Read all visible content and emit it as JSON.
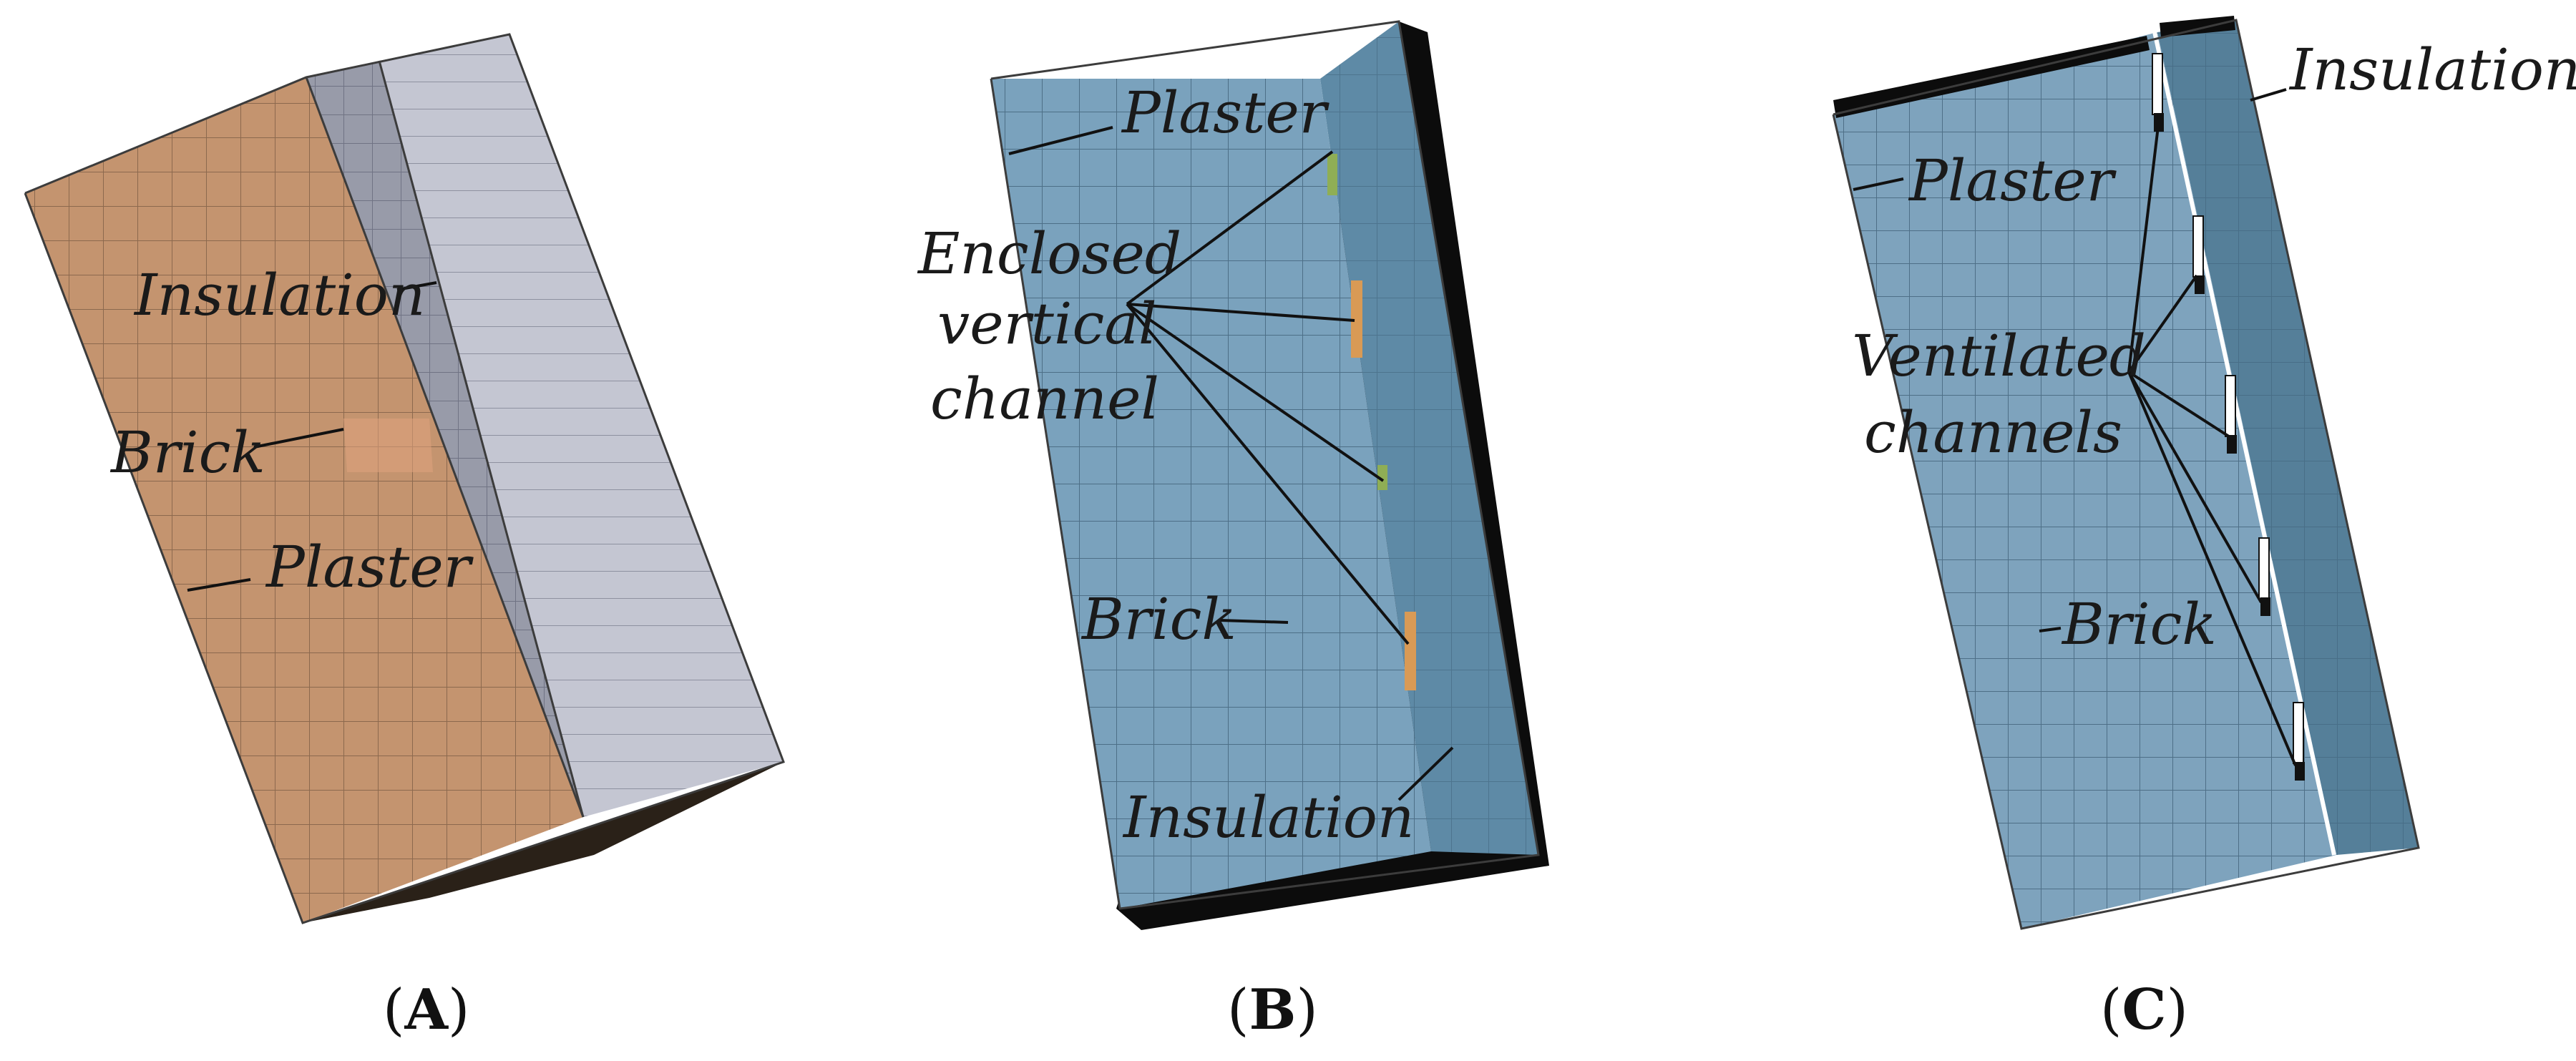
{
  "panels": {
    "a": {
      "caption_open": "(",
      "caption_letter": "A",
      "caption_close": ")",
      "labels": {
        "insulation": "Insulation",
        "brick": "Brick",
        "plaster": "Plaster"
      },
      "colors": {
        "plaster_face": "#c4946f",
        "brick_side": "#989ba9",
        "insulation_side": "#c4c6d2",
        "grid": "#5e4533"
      }
    },
    "b": {
      "caption_open": "(",
      "caption_letter": "B",
      "caption_close": ")",
      "labels": {
        "plaster": "Plaster",
        "channel_line1": "Enclosed",
        "channel_line2": "vertical",
        "channel_line3": "channel",
        "brick": "Brick",
        "insulation": "Insulation"
      },
      "colors": {
        "face": "#7aa2bd",
        "side": "#5e8aa6",
        "back": "#0c0c0c",
        "channel_green": "#8fae55",
        "channel_orange": "#d99a55"
      }
    },
    "c": {
      "caption_open": "(",
      "caption_letter": "C",
      "caption_close": ")",
      "labels": {
        "insulation": "Insulation",
        "plaster": "Plaster",
        "channels_line1": "Ventilated",
        "channels_line2": "channels",
        "brick": "Brick"
      },
      "colors": {
        "face": "#7ea3bd",
        "side": "#557f99",
        "top": "#0c0c0c"
      }
    }
  }
}
